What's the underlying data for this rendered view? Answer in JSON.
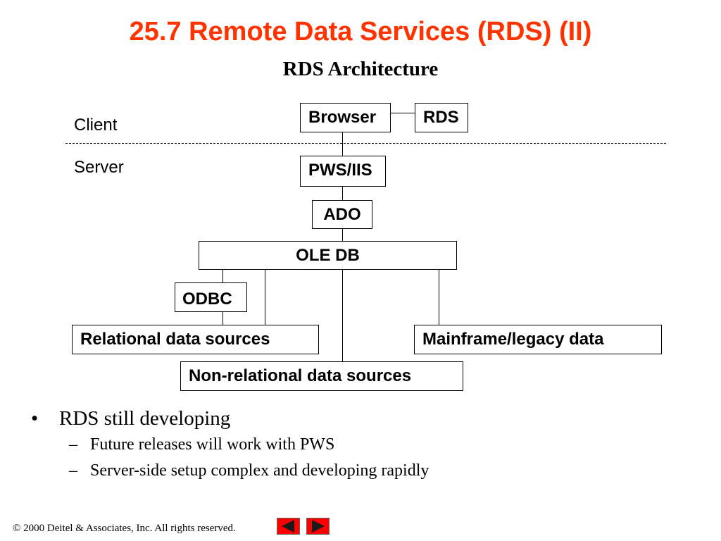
{
  "title": "25.7 Remote Data Services (RDS) (II)",
  "subtitle": "RDS Architecture",
  "zones": {
    "client": "Client",
    "server": "Server"
  },
  "boxes": {
    "browser": "Browser",
    "rds": "RDS",
    "pws_iis": "PWS/IIS",
    "ado": "ADO",
    "oledb": "OLE DB",
    "odbc": "ODBC",
    "relational": "Relational data sources",
    "mainframe": "Mainframe/legacy data",
    "nonrelational": "Non-relational data sources"
  },
  "bullets": [
    {
      "text": "RDS still developing",
      "marker": "•",
      "sub": [
        {
          "text": "Future releases will work with PWS",
          "marker": "–"
        },
        {
          "text": "Server-side setup complex and developing rapidly",
          "marker": "–"
        }
      ]
    }
  ],
  "footer": "© 2000 Deitel & Associates, Inc.  All rights reserved.",
  "nav": {
    "prev_icon": "prev-arrow-icon",
    "next_icon": "next-arrow-icon",
    "color": "#ff0000"
  },
  "colors": {
    "title": "#ff3300"
  }
}
